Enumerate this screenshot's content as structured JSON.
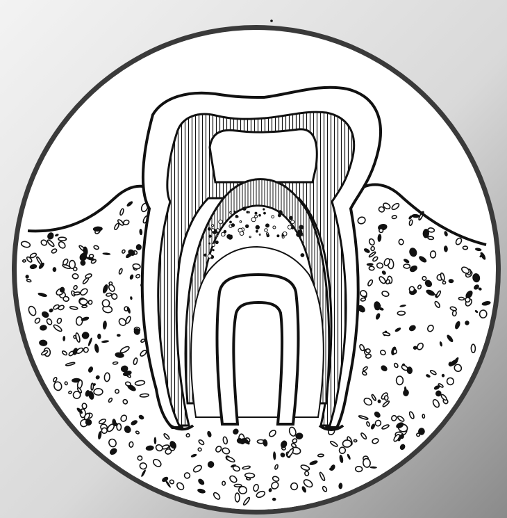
{
  "figure": {
    "type": "tooth-cross-section-illustration",
    "style": "black ink line drawing on white disc",
    "colors": {
      "background_light": "#f0f0f0",
      "background_dark": "#8e8e8e",
      "frame": "#3a3a3a",
      "disc_fill": "#ffffff",
      "ink": "#111111"
    },
    "structures": [
      "bone-tissue",
      "gum-line",
      "enamel-layer",
      "dentin-layer",
      "pulp-cavity",
      "developing-tooth-germ",
      "root-sheath"
    ]
  }
}
